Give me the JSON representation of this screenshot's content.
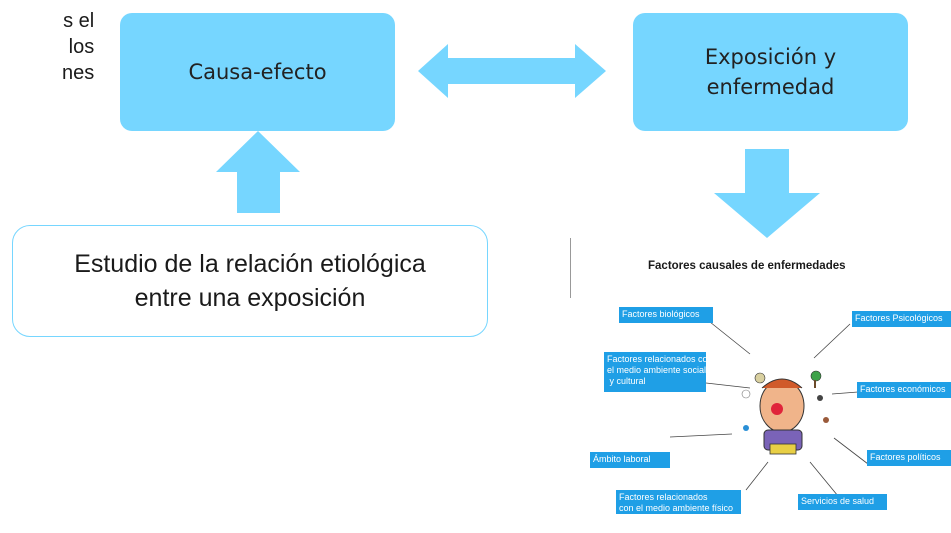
{
  "left_fragment": [
    "s el",
    "los",
    "nes"
  ],
  "cause_box": {
    "label": "Causa-efecto"
  },
  "exposure_box": {
    "line1": "Exposición y",
    "line2": "enfermedad"
  },
  "study_box": {
    "line1": "Estudio de la relación etiológica",
    "line2": "entre una exposición"
  },
  "figure": {
    "title": "Factores causales de enfermedades",
    "factors": [
      "Factores biológicos",
      "Factores Psicológicos",
      "Factores relacionados con\nel medio ambiente social\n y cultural",
      "Factores económicos",
      "Ámbito laboral",
      "Factores políticos",
      "Factores relacionados\ncon el medio ambiente físico",
      "Servicios de salud"
    ]
  },
  "colors": {
    "box_fill": "#76d6ff",
    "figure_box": "#1f9fe6"
  }
}
